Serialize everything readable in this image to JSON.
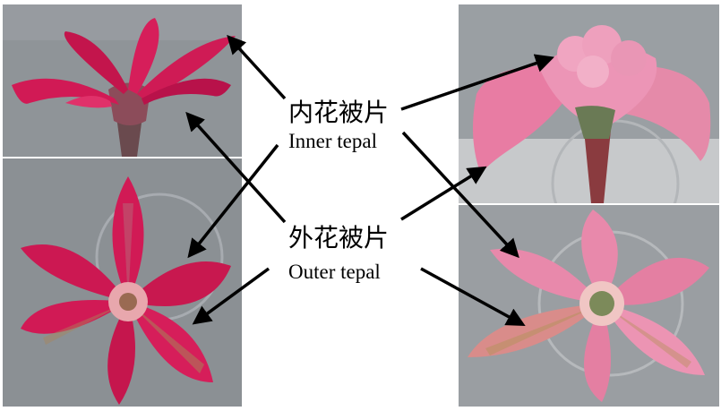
{
  "labels": {
    "inner_jp": "内花被片",
    "inner_en": "Inner tepal",
    "outer_jp": "外花被片",
    "outer_en": "Outer tepal"
  },
  "photos": [
    {
      "name": "red-flower-side-photo",
      "petal": "#d61e5a"
    },
    {
      "name": "red-flower-top-photo",
      "petal": "#d11a55"
    },
    {
      "name": "pink-flower-side-photo",
      "petal": "#e87ca3"
    },
    {
      "name": "pink-flower-top-photo",
      "petal": "#e889ab"
    }
  ],
  "colors": {
    "background_gray": "#8f9498",
    "arrow": "#000000"
  }
}
